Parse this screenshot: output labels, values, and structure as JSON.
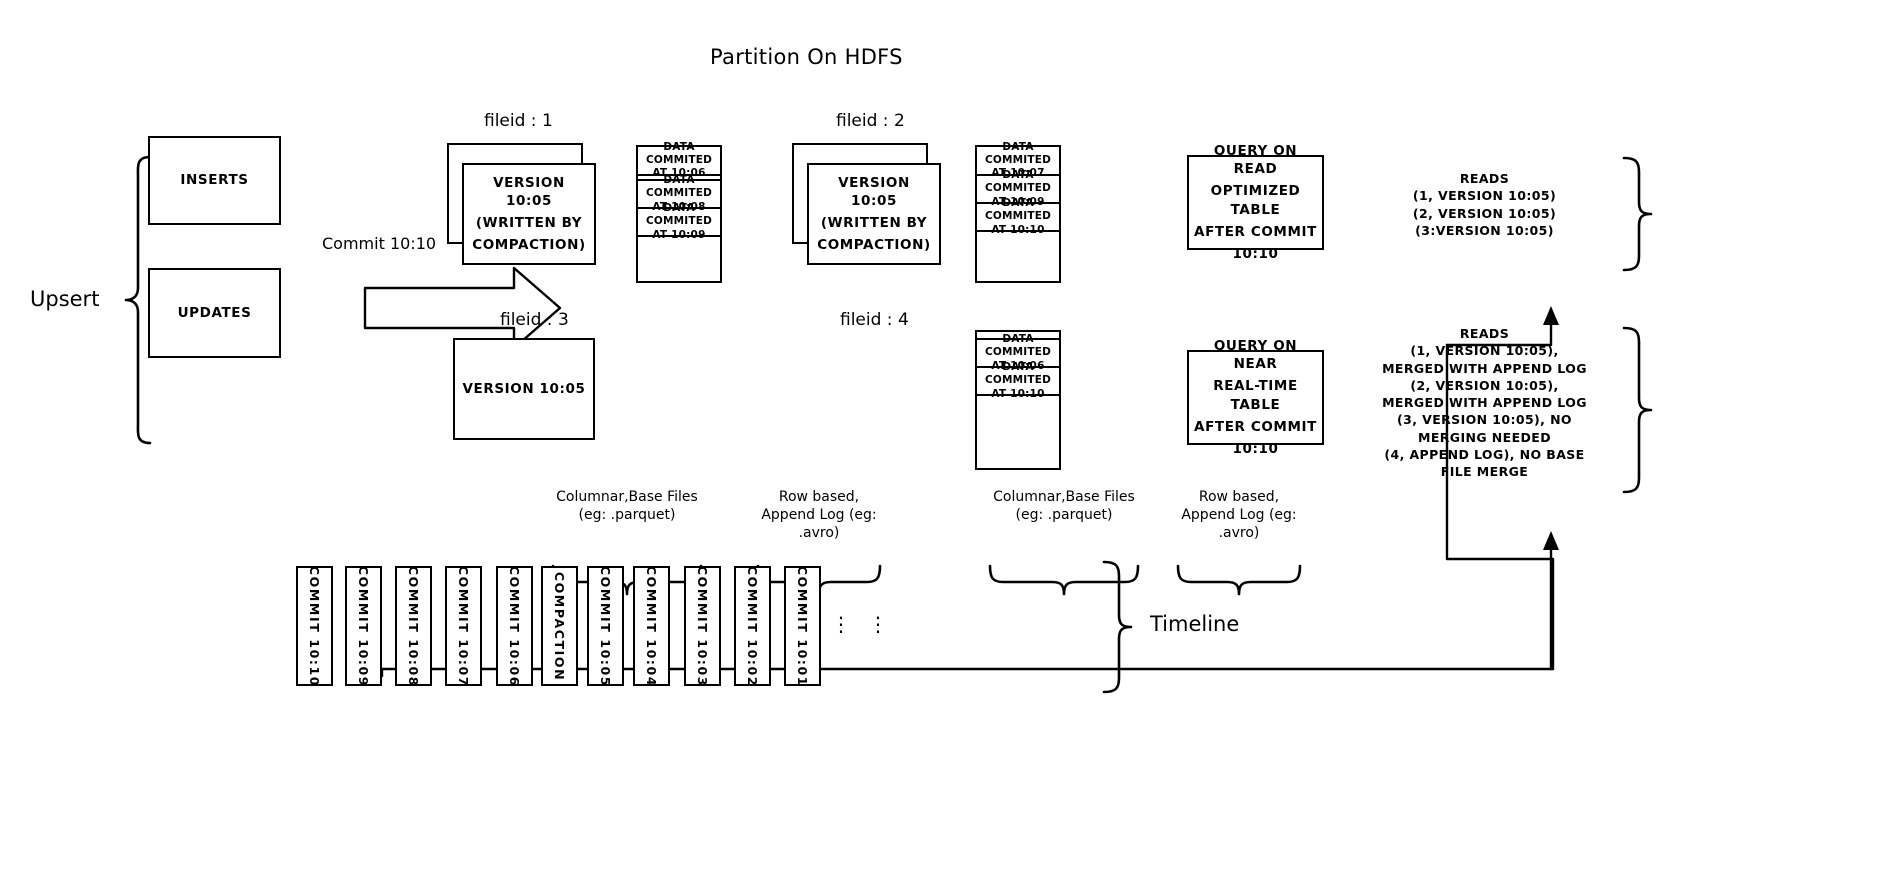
{
  "title": "Partition On HDFS",
  "left": {
    "upsert_label": "Upsert",
    "inserts_label": "INSERTS",
    "updates_label": "UPDATES",
    "commit_arrow_label": "Commit 10:10"
  },
  "filegroups": [
    {
      "header": "fileid : 1",
      "base_text": "VERSION 10:05\n(WRITTEN BY\nCOMPACTION)",
      "base_line1": "VERSION 10:05",
      "base_line2": "(WRITTEN BY",
      "base_line3": "COMPACTION)",
      "stacked": true,
      "log_entries": [
        "DATA COMMITED\nAT 10:06",
        "DATA COMMITED\nAT 10:08",
        "DATA COMMITED\nAT 10:09"
      ],
      "log_lines": [
        {
          "l1": "DATA COMMITED",
          "l2": "AT 10:06"
        },
        {
          "l1": "DATA COMMITED",
          "l2": "AT 10:08"
        },
        {
          "l1": "DATA COMMITED",
          "l2": "AT 10:09"
        }
      ]
    },
    {
      "header": "fileid : 2",
      "base_line1": "VERSION 10:05",
      "base_line2": "(WRITTEN BY",
      "base_line3": "COMPACTION)",
      "stacked": true,
      "log_lines": [
        {
          "l1": "DATA COMMITED",
          "l2": "AT 10:07"
        },
        {
          "l1": "DATA COMMITED",
          "l2": "AT 10:09"
        },
        {
          "l1": "DATA COMMITED",
          "l2": "AT 10:10"
        }
      ]
    },
    {
      "header": "fileid : 3",
      "base_line1": "VERSION 10:05",
      "stacked": false,
      "log_lines": []
    },
    {
      "header": "fileid : 4",
      "stacked": false,
      "log_lines": [
        {
          "l1": "DATA COMMITED",
          "l2": "AT 10:06"
        },
        {
          "l1": "DATA COMMITED",
          "l2": "AT 10:10"
        }
      ]
    }
  ],
  "captions": {
    "columnar_l1": "Columnar,Base Files",
    "columnar_l2": "(eg: .parquet)",
    "rowlog_l1": "Row based,",
    "rowlog_l2": "Append Log  (eg:",
    "rowlog_l3": ".avro)"
  },
  "queries": {
    "read_optimized": {
      "l1": "QUERY ON READ",
      "l2": "OPTIMIZED TABLE",
      "l3": "AFTER COMMIT",
      "l4": "10:10"
    },
    "near_realtime": {
      "l1": "QUERY ON NEAR",
      "l2": "REAL-TIME TABLE",
      "l3": "AFTER COMMIT",
      "l4": "10:10"
    }
  },
  "reads": {
    "read_optimized_lines": [
      "READS",
      "(1, VERSION 10:05)",
      "(2, VERSION 10:05)",
      "(3:VERSION 10:05)"
    ],
    "near_realtime_lines": [
      "READS",
      "(1, VERSION 10:05),",
      "MERGED WITH APPEND LOG",
      "(2, VERSION 10:05),",
      "MERGED WITH APPEND LOG",
      "(3, VERSION 10:05), NO",
      "MERGING NEEDED",
      "(4, APPEND LOG), NO BASE",
      "FILE MERGE"
    ]
  },
  "timeline": {
    "label": "Timeline",
    "ellipsis": "⋮",
    "items": [
      "COMMIT  10:10",
      "COMMIT  10:09",
      "COMMIT  10:08",
      "COMMIT  10:07",
      "COMMIT  10:06",
      "COMPACTION",
      "COMMIT  10:05",
      "COMMIT  10:04",
      "COMMIT  10:03",
      "COMMIT  10:02",
      "COMMIT  10:01"
    ]
  },
  "colors": {
    "stroke": "#000000",
    "background": "#ffffff"
  }
}
